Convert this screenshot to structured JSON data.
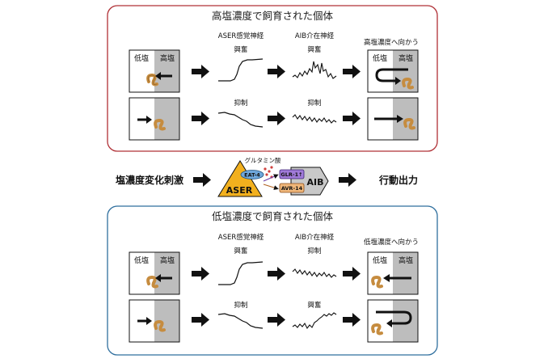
{
  "panels": [
    {
      "title": "高塩濃度で飼育された個体",
      "border_color": "#b03036",
      "col_aser": "ASER感覚神経",
      "col_aib": "AIB介在神経",
      "col_result": "高塩濃度へ向かう",
      "low_label": "低塩",
      "high_label": "高塩",
      "rows": [
        {
          "aser_state": "興奮",
          "aib_state": "興奮",
          "stimulus": "to-low",
          "aser_trace": "rise",
          "aib_trace": "noisy-rise",
          "result": "u-turn"
        },
        {
          "aser_state": "抑制",
          "aib_state": "抑制",
          "stimulus": "to-high",
          "aser_trace": "fall",
          "aib_trace": "noisy-flat",
          "result": "straight"
        }
      ]
    },
    {
      "title": "低塩濃度で飼育された個体",
      "border_color": "#2f6f9e",
      "col_aser": "ASER感覚神経",
      "col_aib": "AIB介在神経",
      "col_result": "低塩濃度へ向かう",
      "low_label": "低塩",
      "high_label": "高塩",
      "rows": [
        {
          "aser_state": "興奮",
          "aib_state": "抑制",
          "stimulus": "to-low",
          "aser_trace": "rise",
          "aib_trace": "noisy-flat",
          "result": "straight"
        },
        {
          "aser_state": "抑制",
          "aib_state": "興奮",
          "stimulus": "to-high",
          "aser_trace": "fall",
          "aib_trace": "noisy-rise-low",
          "result": "u-turn"
        }
      ]
    }
  ],
  "middle": {
    "input_label": "塩濃度変化刺激",
    "output_label": "行動出力",
    "aser_label": "ASER",
    "aib_label": "AIB",
    "eat4_label": "EAT-4",
    "glutamate_label": "グルタミン酸",
    "glr1_label": "GLR-1↑",
    "avr14_label": "AVR-14",
    "colors": {
      "aser": "#f2b01e",
      "eat4": "#6fa8dc",
      "glr1": "#a07ad9",
      "avr14": "#f0b77a",
      "aib": "#c8c8c8",
      "glutamate": "#d0413e"
    }
  },
  "colors": {
    "high_salt_area": "#bdbdbd",
    "worm": "#c68c3f",
    "arrow": "#111111"
  }
}
